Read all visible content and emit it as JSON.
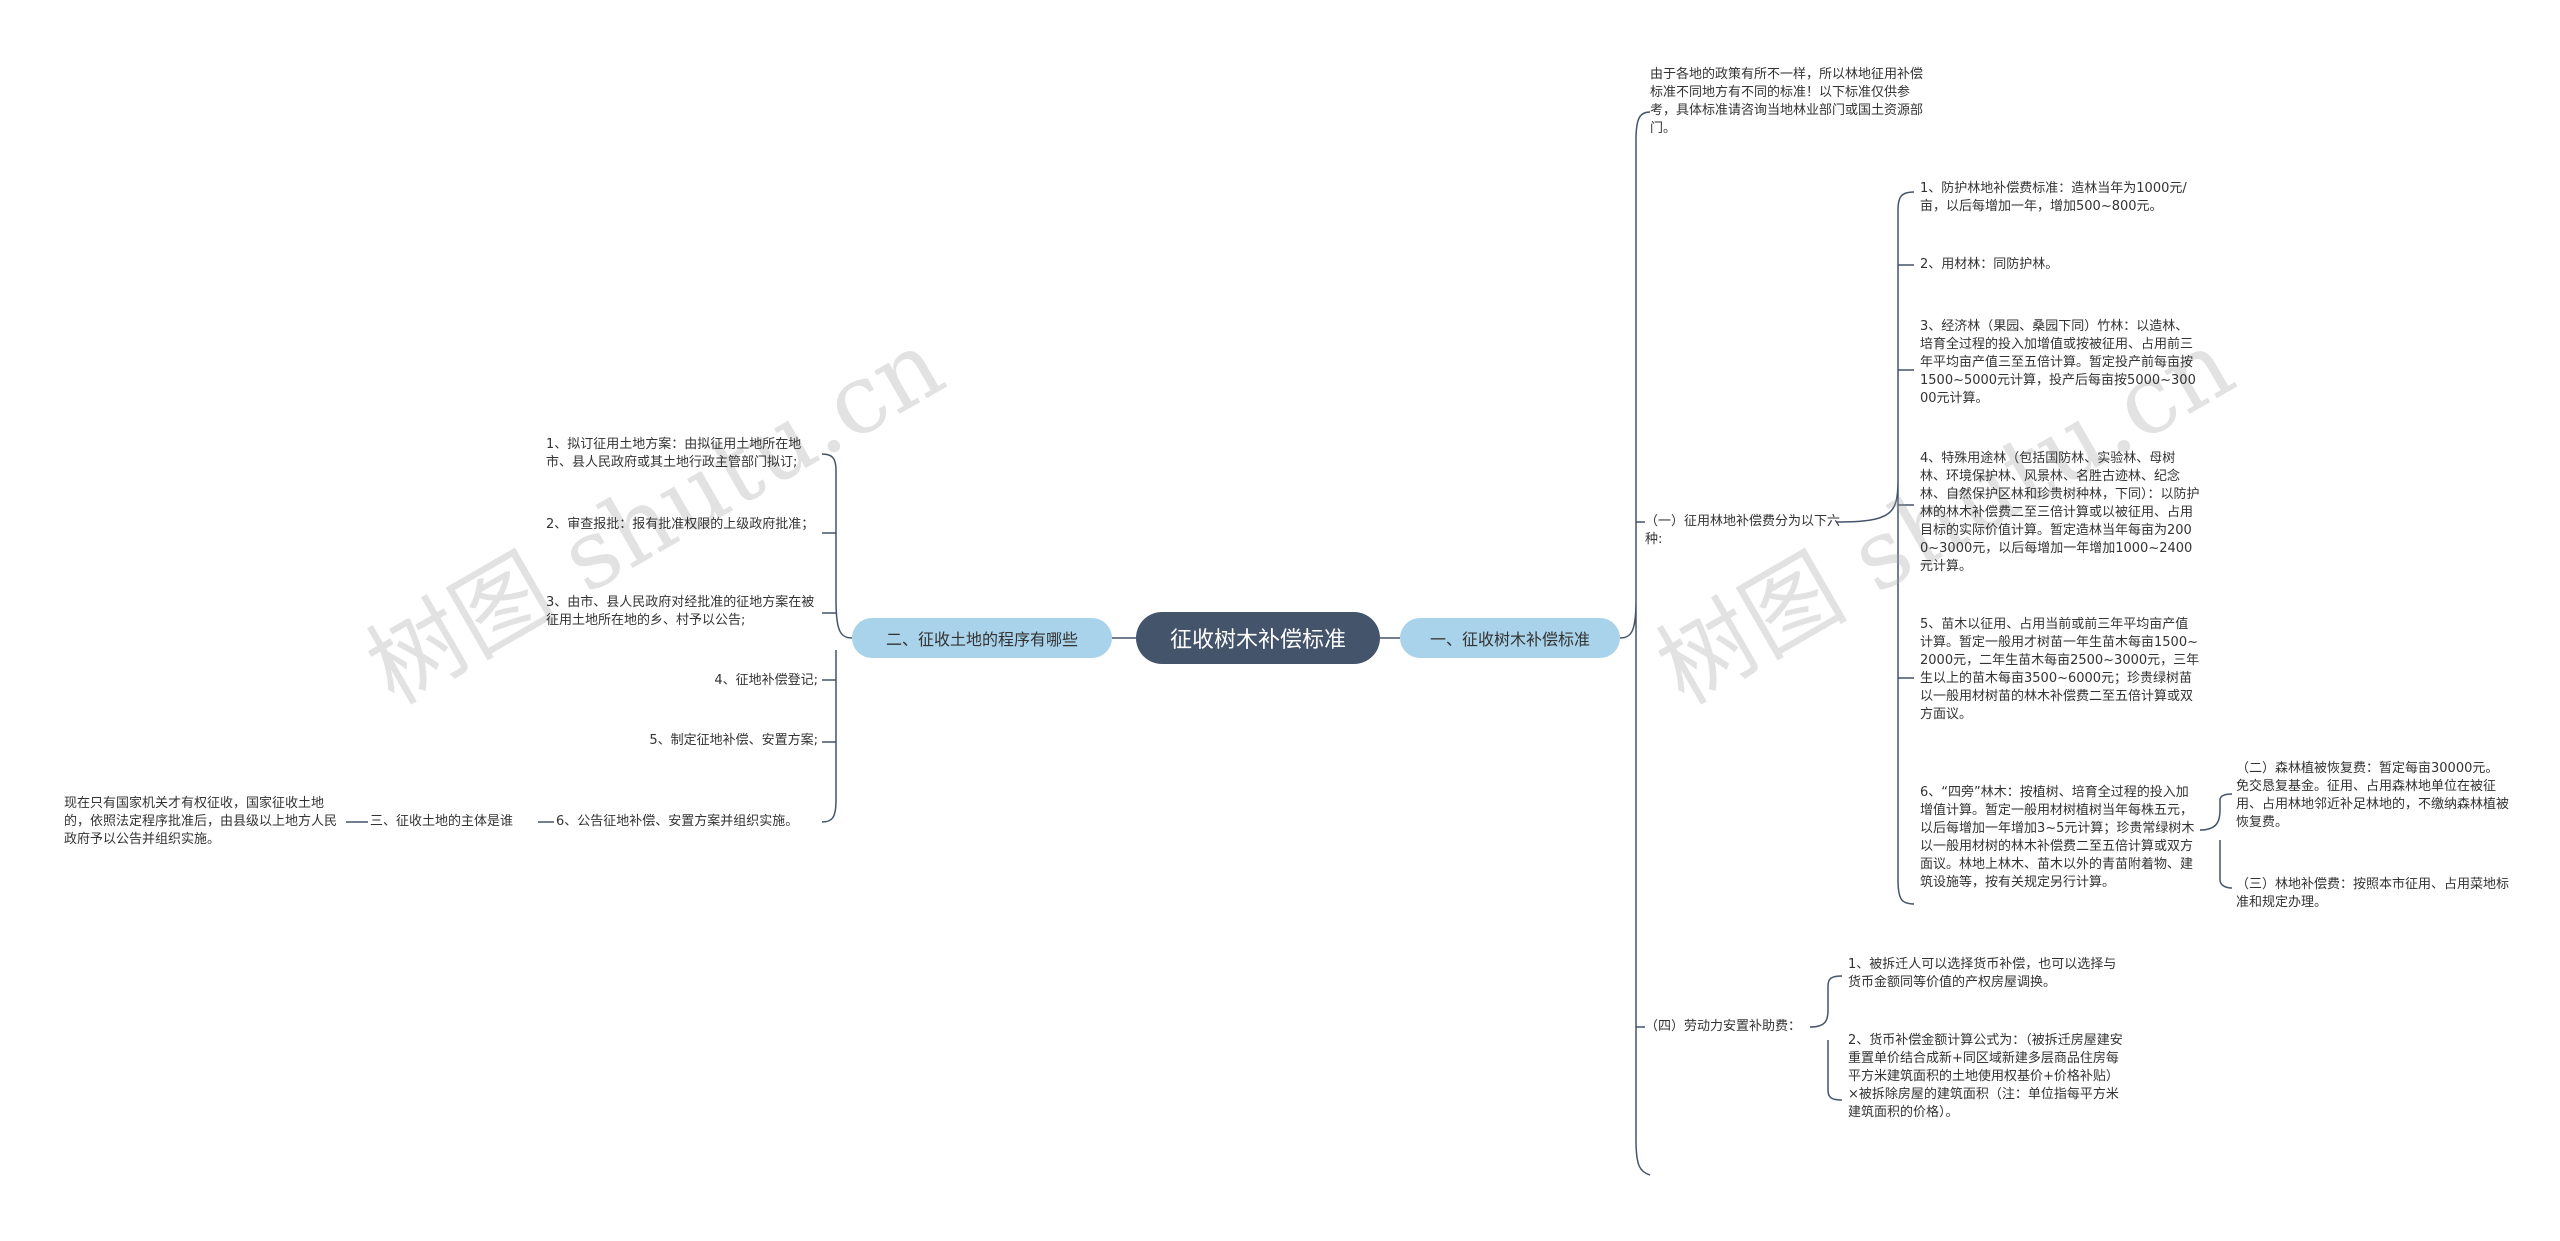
{
  "root": "征收树木补偿标准",
  "right_main": "一、征收树木补偿标准",
  "left_main": "二、征收土地的程序有哪些",
  "intro": "由于各地的政策有所不一样，所以林地征用补偿标准不同地方有不同的标准！以下标准仅供参考，具体标准请咨询当地林业部门或国土资源部门。",
  "sec1": {
    "label": "（一）征用林地补偿费分为以下六种:",
    "items": [
      "1、防护林地补偿费标准：造林当年为1000元/亩，以后每增加一年，增加500~800元。",
      "2、用材林：同防护林。",
      "3、经济林（果园、桑园下同）竹林：以造林、培育全过程的投入加增值或按被征用、占用前三年平均亩产值三至五倍计算。暂定投产前每亩按1500~5000元计算，投产后每亩按5000~30000元计算。",
      "4、特殊用途林（包括国防林、实验林、母树林、环境保护林、风景林、名胜古迹林、纪念林、自然保护区林和珍贵树种林，下同）：以防护林的林木补偿费二至三倍计算或以被征用、占用目标的实际价值计算。暂定造林当年每亩为2000~3000元，以后每增加一年增加1000~2400元计算。",
      "5、苗木以征用、占用当前或前三年平均亩产值计算。暂定一般用才树苗一年生苗木每亩1500~2000元，二年生苗木每亩2500~3000元，三年生以上的苗木每亩3500~6000元；珍贵绿树苗以一般用材树苗的林木补偿费二至五倍计算或双方面议。",
      "6、“四旁”林木：按植树、培育全过程的投入加增值计算。暂定一般用材树植树当年每株五元，以后每增加一年增加3~5元计算；珍贵常绿树木以一般用材树的林木补偿费二至五倍计算或双方面议。林地上林木、苗木以外的青苗附着物、建筑设施等，按有关规定另行计算。"
    ],
    "sub6": [
      "（二）森林植被恢复费：暂定每亩30000元。免交恳复基金。征用、占用森林地单位在被征用、占用林地邻近补足林地的，不缴纳森林植被恢复费。",
      "（三）林地补偿费：按照本市征用、占用菜地标准和规定办理。"
    ]
  },
  "sec4": {
    "label": "（四）劳动力安置补助费：",
    "items": [
      "1、被拆迁人可以选择货币补偿，也可以选择与货币金额同等价值的产权房屋调换。",
      "2、货币补偿金额计算公式为：（被拆迁房屋建安重置单价结合成新+同区域新建多层商品住房每平方米建筑面积的土地使用权基价+价格补贴）×被拆除房屋的建筑面积（注：单位指每平方米建筑面积的价格）。"
    ]
  },
  "left_items": [
    "1、拟订征用土地方案：由拟征用土地所在地市、县人民政府或其土地行政主管部门拟订;",
    "2、审查报批：报有批准权限的上级政府批准；",
    "3、由市、县人民政府对经批准的征地方案在被征用土地所在地的乡、村予以公告;",
    "4、征地补偿登记;",
    "5、制定征地补偿、安置方案;",
    "6、公告征地补偿、安置方案并组织实施。"
  ],
  "left_sub": {
    "label": "三、征收土地的主体是谁",
    "detail": "现在只有国家机关才有权征收，国家征收土地的，依照法定程序批准后，由县级以上地方人民政府予以公告并组织实施。"
  },
  "watermark": [
    "树图 shutu.cn",
    "树图 shutu.cn"
  ]
}
